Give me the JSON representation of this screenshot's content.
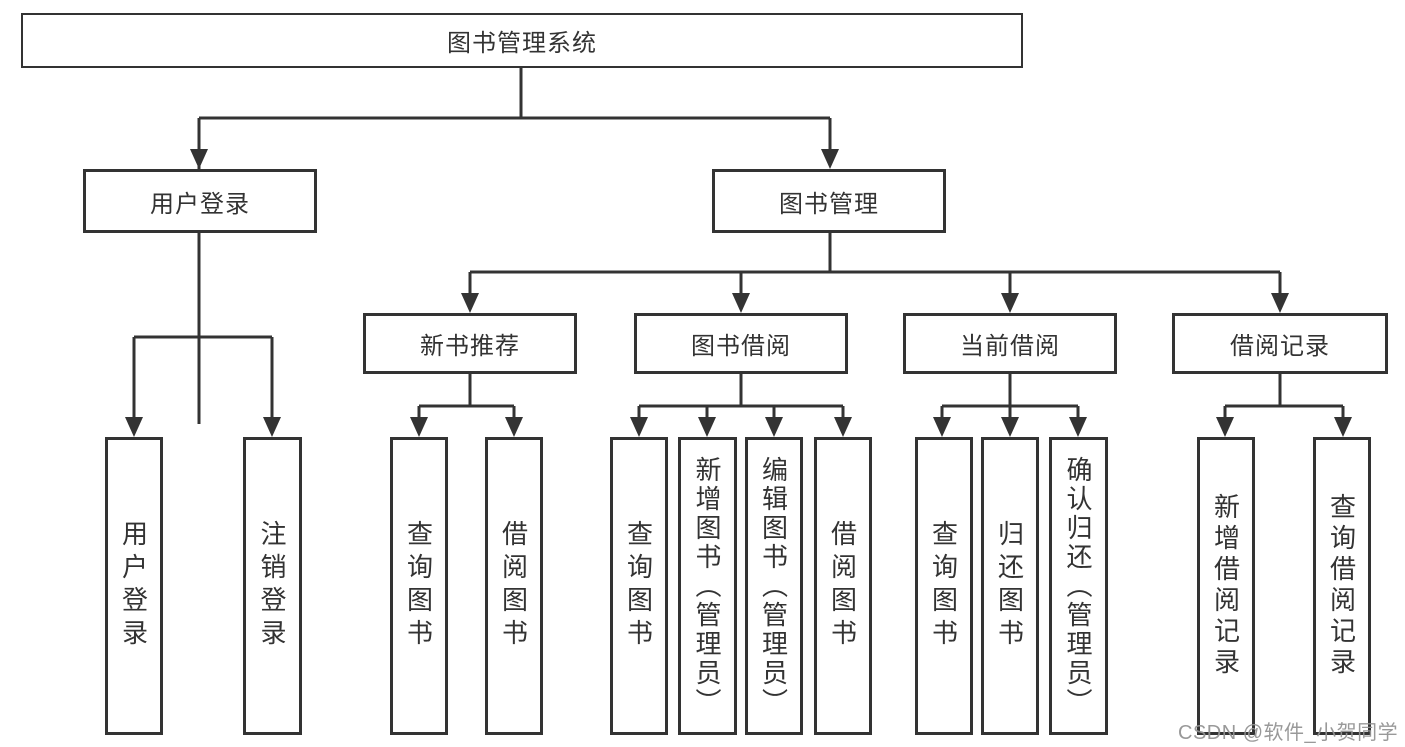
{
  "diagram": {
    "title": "图书管理系统",
    "colors": {
      "line": "#333333",
      "text": "#333333",
      "background": "#ffffff",
      "watermark": "#949494"
    },
    "root": {
      "label": "图书管理系统"
    },
    "branches": [
      {
        "label": "用户登录",
        "children": [
          {
            "label": "用户登录"
          },
          {
            "label": "注销登录"
          }
        ]
      },
      {
        "label": "图书管理",
        "children": [
          {
            "label": "新书推荐",
            "children": [
              {
                "label": "查询图书"
              },
              {
                "label": "借阅图书"
              }
            ]
          },
          {
            "label": "图书借阅",
            "children": [
              {
                "label": "查询图书"
              },
              {
                "label": "新增图书（管理员）"
              },
              {
                "label": "编辑图书（管理员）"
              },
              {
                "label": "借阅图书"
              }
            ]
          },
          {
            "label": "当前借阅",
            "children": [
              {
                "label": "查询图书"
              },
              {
                "label": "归还图书"
              },
              {
                "label": "确认归还（管理员）"
              }
            ]
          },
          {
            "label": "借阅记录",
            "children": [
              {
                "label": "新增借阅记录"
              },
              {
                "label": "查询借阅记录"
              }
            ]
          }
        ]
      }
    ],
    "watermark": "CSDN @软件_小贺同学"
  }
}
